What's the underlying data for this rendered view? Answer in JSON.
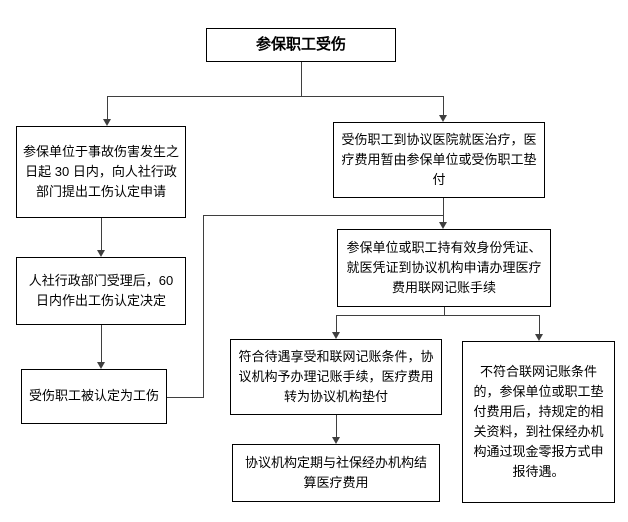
{
  "colors": {
    "bg": "#ffffff",
    "border": "#000000",
    "line": "#3f3f3f",
    "text": "#000000"
  },
  "flowchart": {
    "nodes": {
      "start": "参保职工受伤",
      "apply": "参保单位于事故伤害发生之日起 30 日内，向人社行政部门提出工伤认定申请",
      "accept": "人社行政部门受理后，60 日内作出工伤认定决定",
      "recognized": "受伤职工被认定为工伤",
      "treatment": "受伤职工到协议医院就医治疗，医疗费用暂由参保单位或受伤职工垫付",
      "network_apply": "参保单位或职工持有效身份凭证、就医凭证到协议机构申请办理医疗费用联网记账手续",
      "eligible": "符合待遇享受和联网记账条件，协议机构予办理记账手续，医疗费用转为协议机构垫付",
      "settle": "协议机构定期与社保经办机构结算医疗费用",
      "not_eligible": "不符合联网记账条件的，参保单位或职工垫付费用后，持规定的相关资料，到社保经办机构通过现金零报方式申报待遇。"
    },
    "edges": [
      {
        "from": "start",
        "to": "apply"
      },
      {
        "from": "start",
        "to": "treatment"
      },
      {
        "from": "apply",
        "to": "accept"
      },
      {
        "from": "accept",
        "to": "recognized"
      },
      {
        "from": "treatment",
        "to": "network_apply"
      },
      {
        "from": "recognized",
        "to": "network_apply"
      },
      {
        "from": "network_apply",
        "to": "eligible"
      },
      {
        "from": "network_apply",
        "to": "not_eligible"
      },
      {
        "from": "eligible",
        "to": "settle"
      }
    ]
  }
}
